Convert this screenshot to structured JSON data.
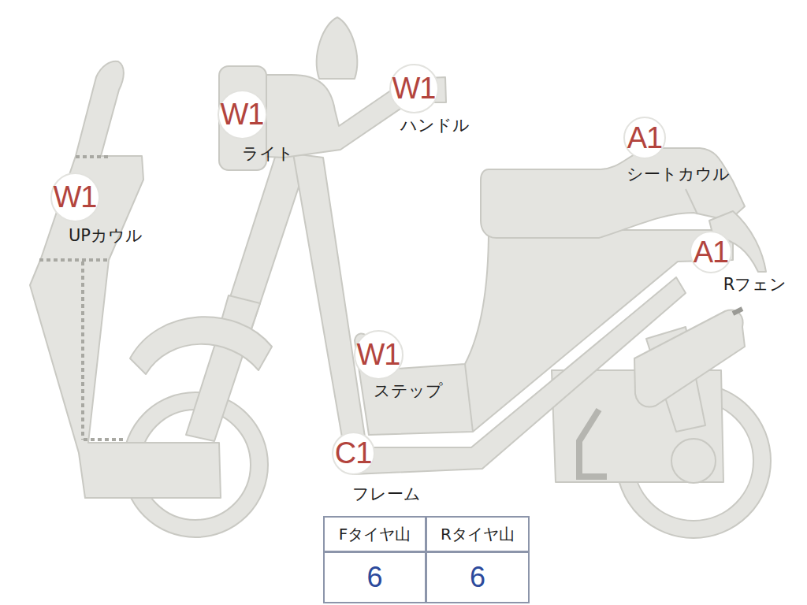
{
  "diagram": {
    "nodes": [
      {
        "text": [
          "W1",
          "ハンドル"
        ]
      },
      {
        "text": [
          "W1",
          "ライト"
        ]
      },
      {
        "text": [
          "A1",
          "シートカウル"
        ]
      },
      {
        "text": [
          "W1",
          "UPカウル"
        ]
      },
      {
        "text": [
          "A1",
          "Rフェン"
        ]
      },
      {
        "text": [
          "W1",
          "ステップ"
        ]
      },
      {
        "text": [
          "C1",
          "フレーム"
        ]
      }
    ],
    "labels": [
      "Fタイヤ山",
      "Rタイヤ山",
      "6",
      "6"
    ]
  }
}
